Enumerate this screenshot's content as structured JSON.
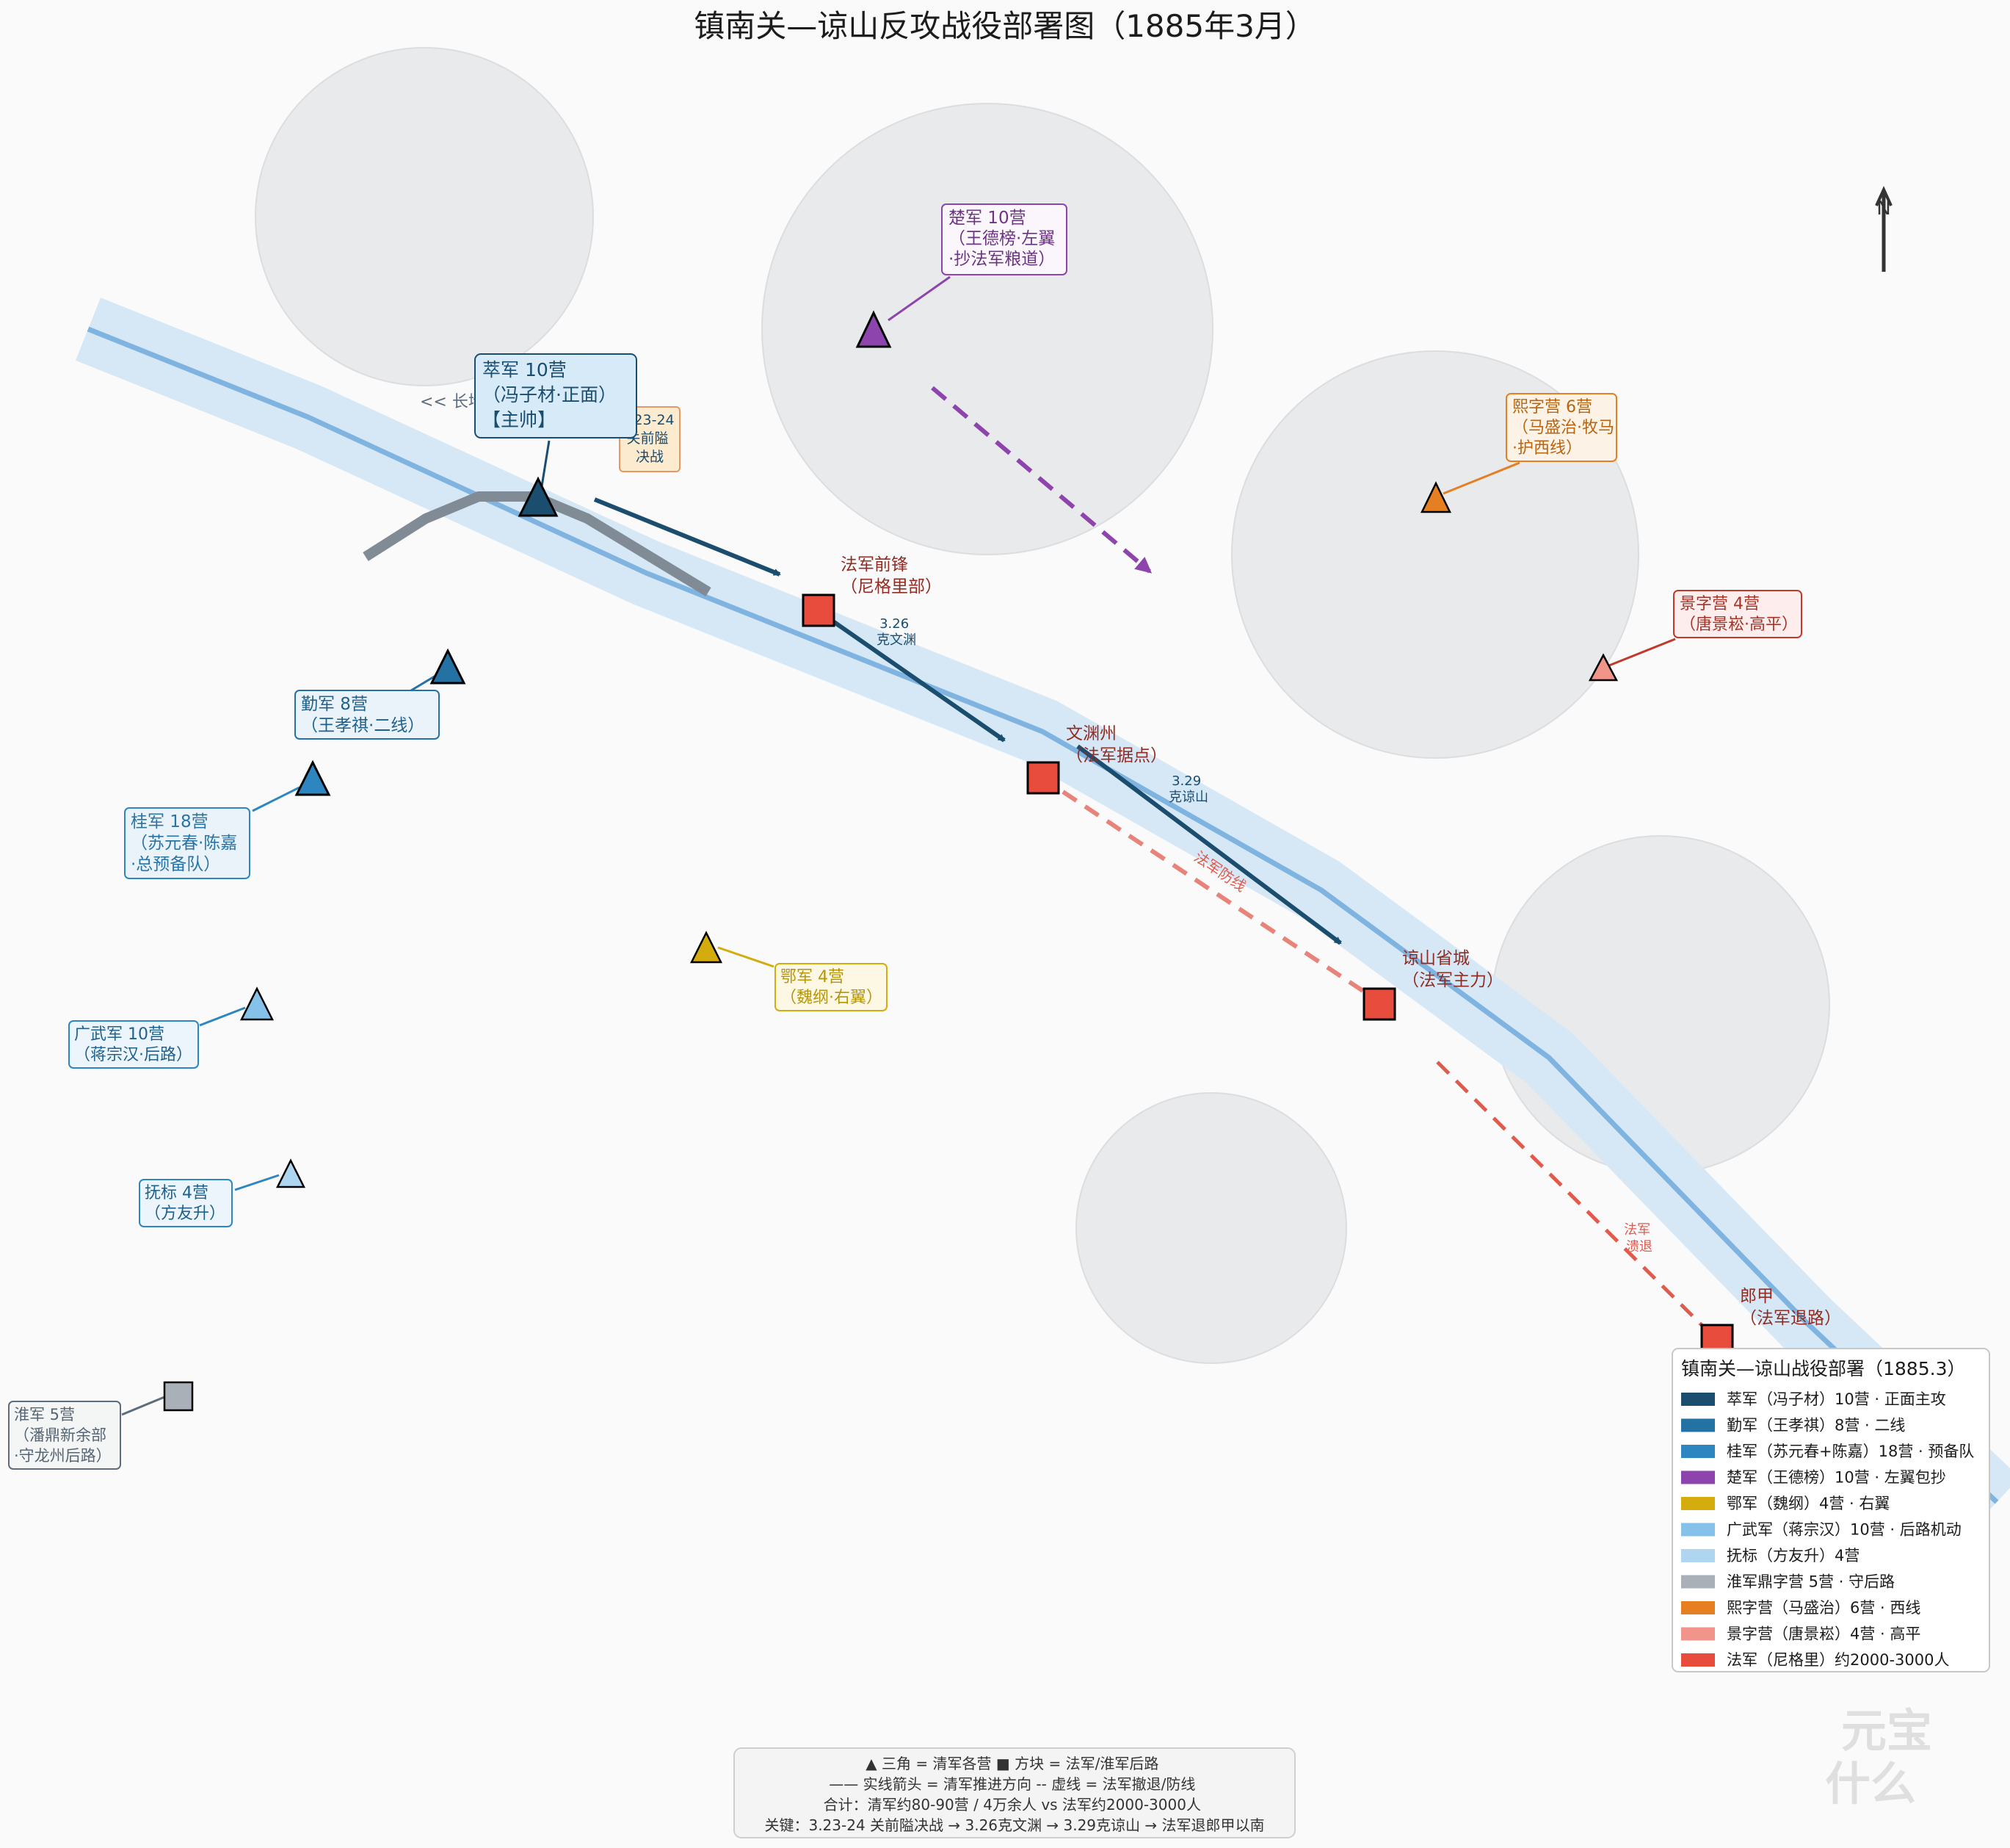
{
  "title": "镇南关—谅山反攻战役部署图（1885年3月）",
  "colors": {
    "cui": "#1a4d6e",
    "qin": "#2471a3",
    "gui": "#2e86c1",
    "chu": "#8e44ad",
    "e": "#d4ac0d",
    "guangwu": "#85c1e9",
    "fubiao": "#aed6f1",
    "huai": "#aab0b7",
    "xi": "#e67e22",
    "jing": "#f1948a",
    "french": "#e74c3c",
    "river": "#7fb3e0",
    "river_band": "#d6e8f6",
    "hill": "#e6e7e9",
    "wall": "#808b96"
  },
  "wall_label": "<< 长墙防线 >>",
  "qing_units": [
    {
      "id": "cui",
      "lines": [
        "萃军 10营",
        "（冯子材·正面）",
        "【主帅】"
      ]
    },
    {
      "id": "chu",
      "lines": [
        "楚军 10营",
        "（王德榜·左翼",
        "·抄法军粮道）"
      ]
    },
    {
      "id": "xi",
      "lines": [
        "熙字营 6营",
        "（马盛治·牧马",
        "·护西线）"
      ]
    },
    {
      "id": "jing",
      "lines": [
        "景字营 4营",
        "（唐景崧·高平）"
      ]
    },
    {
      "id": "qin",
      "lines": [
        "勤军 8营",
        "（王孝祺·二线）"
      ]
    },
    {
      "id": "gui",
      "lines": [
        "桂军 18营",
        "（苏元春·陈嘉",
        "·总预备队）"
      ]
    },
    {
      "id": "e",
      "lines": [
        "鄂军 4营",
        "（魏纲·右翼）"
      ]
    },
    {
      "id": "guangwu",
      "lines": [
        "广武军 10营",
        "（蒋宗汉·后路）"
      ]
    },
    {
      "id": "fubiao",
      "lines": [
        "抚标 4营",
        "（方友升）"
      ]
    },
    {
      "id": "huai",
      "lines": [
        "淮军 5营",
        "（潘鼎新余部",
        "·守龙州后路）"
      ]
    }
  ],
  "french_points": [
    {
      "id": "qianfeng",
      "lines": [
        "法军前锋",
        "（尼格里部）"
      ]
    },
    {
      "id": "wenyuan",
      "lines": [
        "文渊州",
        "（法军据点）"
      ]
    },
    {
      "id": "liangshan",
      "lines": [
        "谅山省城",
        "（法军主力）"
      ]
    },
    {
      "id": "langjia",
      "lines": [
        "郎甲",
        "（法军退路）"
      ]
    }
  ],
  "events": {
    "battle_box": [
      "3.23-24",
      "关前隘",
      "决战"
    ],
    "ke_wenyuan": [
      "3.26",
      "克文渊"
    ],
    "ke_liangshan": [
      "3.29",
      "克谅山"
    ],
    "french_line": "法军防线",
    "french_retreat": [
      "法军",
      "溃退"
    ]
  },
  "north_label": "N",
  "legend": {
    "title": "镇南关—谅山战役部署（1885.3）",
    "items": [
      {
        "label": "萃军（冯子材）10营 · 正面主攻",
        "color": "#1a4d6e"
      },
      {
        "label": "勤军（王孝祺）8营 · 二线",
        "color": "#2471a3"
      },
      {
        "label": "桂军（苏元春+陈嘉）18营 · 预备队",
        "color": "#2e86c1"
      },
      {
        "label": "楚军（王德榜）10营 · 左翼包抄",
        "color": "#8e44ad"
      },
      {
        "label": "鄂军（魏纲）4营 · 右翼",
        "color": "#d4ac0d"
      },
      {
        "label": "广武军（蒋宗汉）10营 · 后路机动",
        "color": "#85c1e9"
      },
      {
        "label": "抚标（方友升）4营",
        "color": "#aed6f1"
      },
      {
        "label": "淮军鼎字营 5营 · 守后路",
        "color": "#aab0b7"
      },
      {
        "label": "熙字营（马盛治）6营 · 西线",
        "color": "#e67e22"
      },
      {
        "label": "景字营（唐景崧）4营 · 高平",
        "color": "#f1948a"
      },
      {
        "label": "法军（尼格里）约2000-3000人",
        "color": "#e74c3c"
      }
    ]
  },
  "notes": [
    "▲ 三角 = 清军各营    ■ 方块 = 法军/淮军后路",
    "—— 实线箭头 = 清军推进方向     -- 虚线 = 法军撤退/防线",
    "合计：清军约80-90营 / 4万余人  vs  法军约2000-3000人",
    "关键：3.23-24 关前隘决战 → 3.26克文渊 → 3.29克谅山 → 法军退郎甲以南"
  ],
  "watermark": [
    "元宝",
    "什么"
  ]
}
